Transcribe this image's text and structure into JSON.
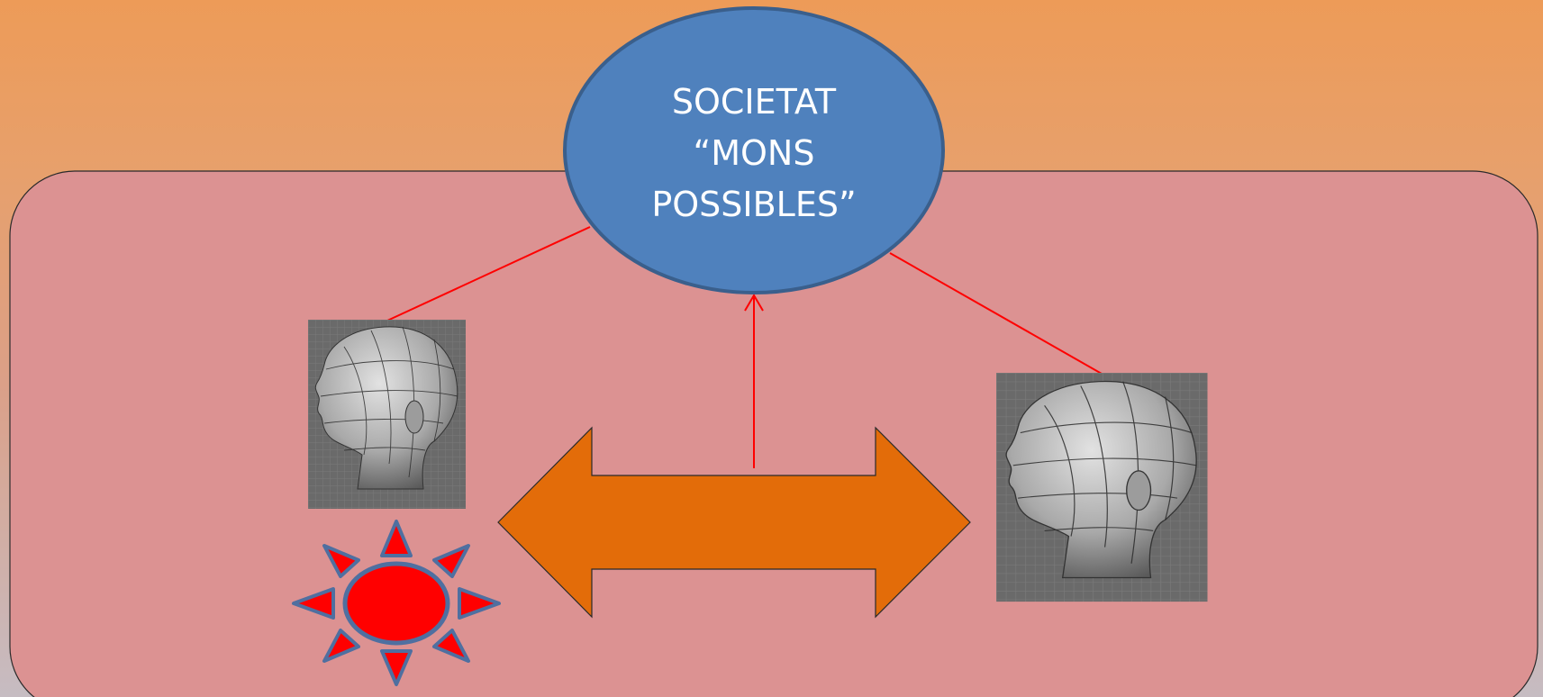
{
  "diagram": {
    "central_node": {
      "lines": [
        "SOCIETAT",
        "“MONS",
        "POSSIBLES”"
      ]
    },
    "colors": {
      "background_top": "#ed9b58",
      "background_bottom": "#c6bcc2",
      "panel_fill": "#dc9292",
      "ellipse_fill": "#4f81bd",
      "ellipse_stroke": "#3a5f8c",
      "connector": "#ff0000",
      "double_arrow_fill": "#e36c09",
      "sun_fill": "#ff0000",
      "sun_stroke": "#4f6fa0",
      "head_tile": "#6d6d6d"
    },
    "icons": [
      "wireframe-head-icon",
      "wireframe-head-icon",
      "sun-icon",
      "double-arrow-icon"
    ]
  }
}
